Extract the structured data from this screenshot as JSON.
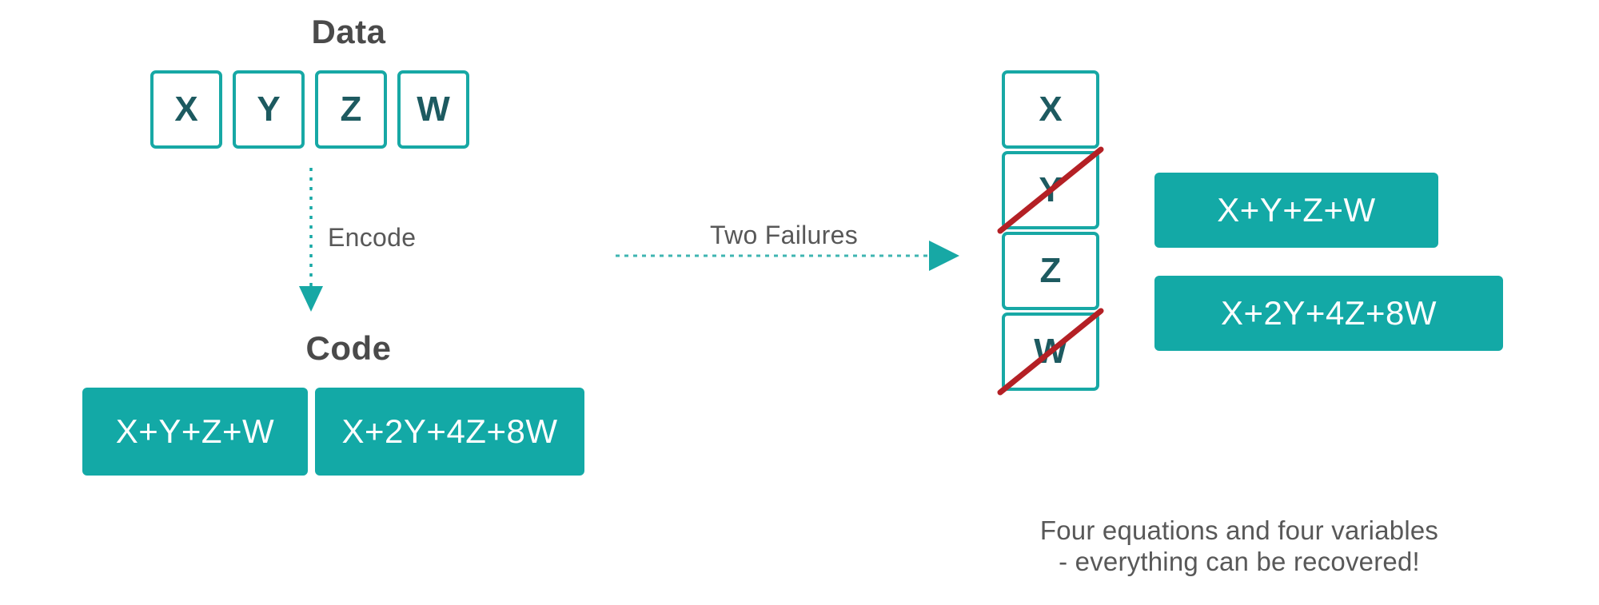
{
  "headings": {
    "data": "Data",
    "code": "Code"
  },
  "data_row": {
    "name": "data-symbols",
    "cells": [
      {
        "label": "X"
      },
      {
        "label": "Y"
      },
      {
        "label": "Z"
      },
      {
        "label": "W"
      }
    ]
  },
  "code_row": {
    "boxes": [
      {
        "equation": "X+Y+Z+W"
      },
      {
        "equation": "X+2Y+4Z+8W"
      }
    ]
  },
  "arrows": {
    "encode": {
      "label": "Encode",
      "direction": "down",
      "style": "dotted",
      "icon": "arrow-down-icon"
    },
    "failures": {
      "label": "Two Failures",
      "direction": "right",
      "style": "dotted",
      "icon": "arrow-right-icon"
    }
  },
  "surviving_column": {
    "cells": [
      {
        "label": "X",
        "failed": false
      },
      {
        "label": "Y",
        "failed": true
      },
      {
        "label": "Z",
        "failed": false
      },
      {
        "label": "W",
        "failed": true
      }
    ]
  },
  "parity_boxes": [
    {
      "equation": "X+Y+Z+W"
    },
    {
      "equation": "X+2Y+4Z+8W"
    }
  ],
  "caption": {
    "line1": "Four equations and four variables",
    "line2": "- everything can be recovered!"
  },
  "colors": {
    "teal_fill": "#13a9a6",
    "teal_stroke": "#17a8a5",
    "dark_teal_text": "#1d5a60",
    "heading_gray": "#4a4a4a",
    "body_gray": "#585858",
    "failure_red": "#b42025",
    "background": "#ffffff"
  }
}
